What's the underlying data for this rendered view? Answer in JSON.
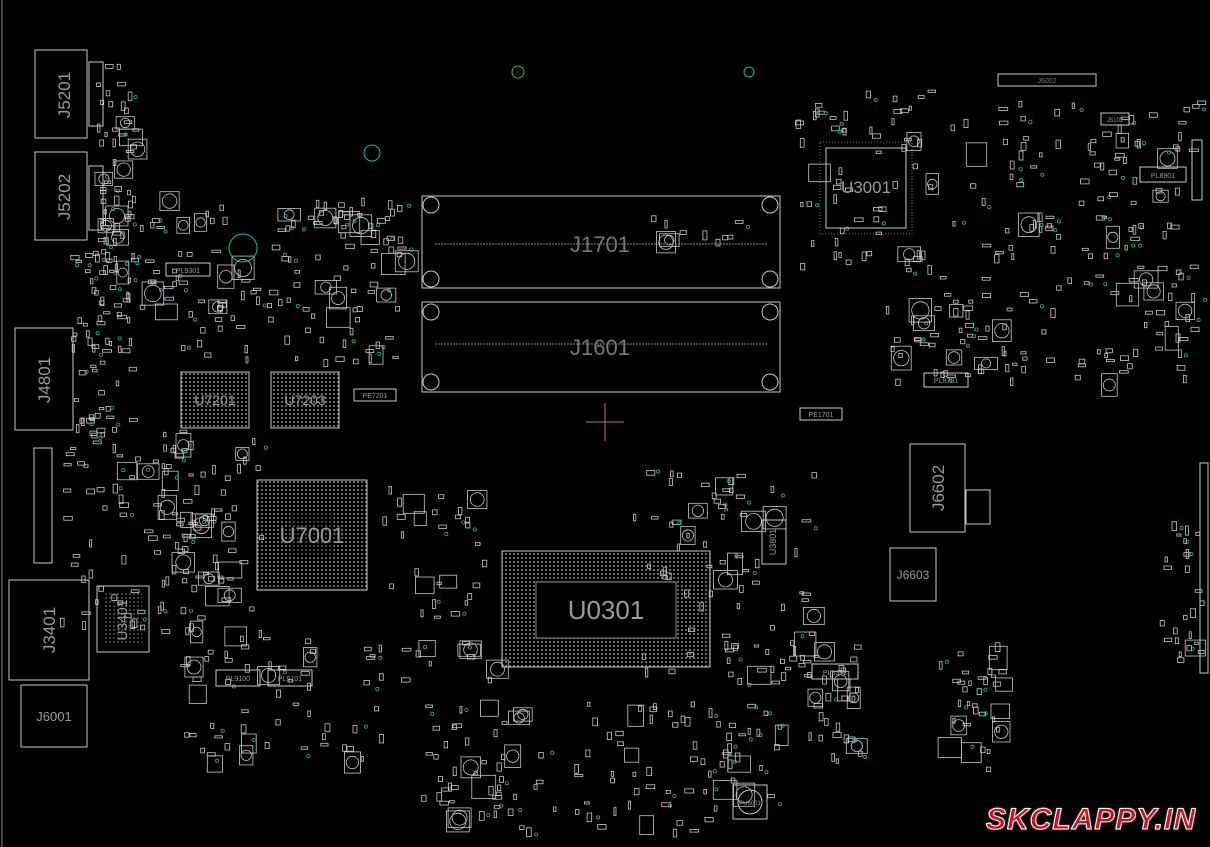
{
  "board": {
    "background": "#000000",
    "outline_color": "#c9c9c9",
    "label_color": "#9a9a9a",
    "via_color": "#19b3a8",
    "crosshair_color": "#b96a6a"
  },
  "connectors": {
    "j5201": "J5201",
    "j5202": "J5202",
    "j4801": "J4801",
    "j3401": "J3401",
    "j6001": "J6001",
    "j6602": "J6602",
    "j6603": "J6603",
    "j1701": "J1701",
    "j1601": "J1601"
  },
  "chips": {
    "u3001": "U3001",
    "u7201": "U7201",
    "u7203": "U7203",
    "u7001": "U7001",
    "u0301": "U0301",
    "u3401": "U3401",
    "u3801": "U3801"
  },
  "small_labels": {
    "pl9301": "PL9301",
    "pl9100": "PL9100",
    "pl9101": "PL9101",
    "pl8701": "PL8701",
    "pl8901": "PL8901",
    "pl8302": "PL8302",
    "pe1701": "PE1701",
    "pe7201": "PE7201",
    "pu6001": "PU6001",
    "j5102": "J5102",
    "j6002": "J6002"
  },
  "watermark": "SKCLAPPY.IN"
}
